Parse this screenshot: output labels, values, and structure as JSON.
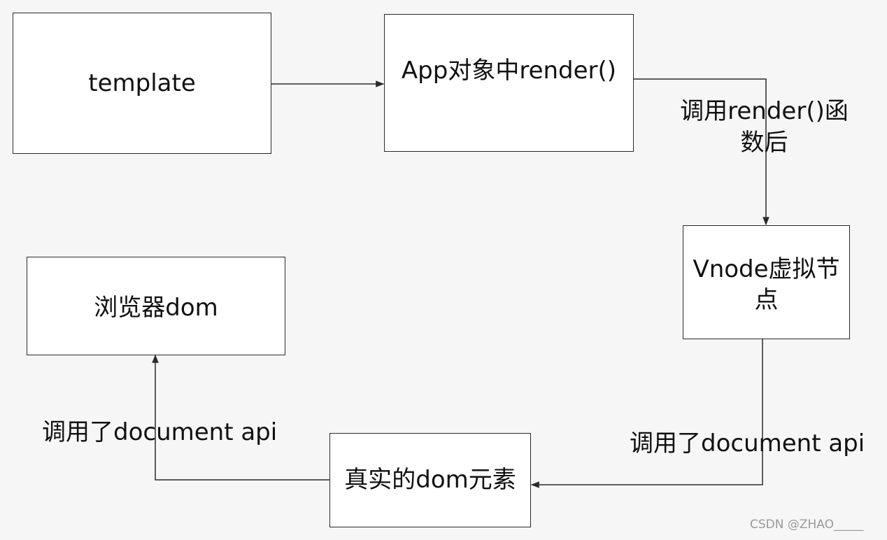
{
  "nodes": {
    "template": "template",
    "app_render": "App对象中render()",
    "vnode_line1": "Vnode虚拟节",
    "vnode_line2": "点",
    "browser_dom": "浏览器dom",
    "real_dom": "真实的dom元素"
  },
  "edge_labels": {
    "after_render_line1": "调用render()函",
    "after_render_line2": "数后",
    "vnode_to_real": "调用了document api",
    "real_to_browser": "调用了document api"
  },
  "watermark": "CSDN @ZHAO_____",
  "colors": {
    "line": "#2a2a2a",
    "box_fill": "#ffffff",
    "background": "#f6f6f6"
  }
}
